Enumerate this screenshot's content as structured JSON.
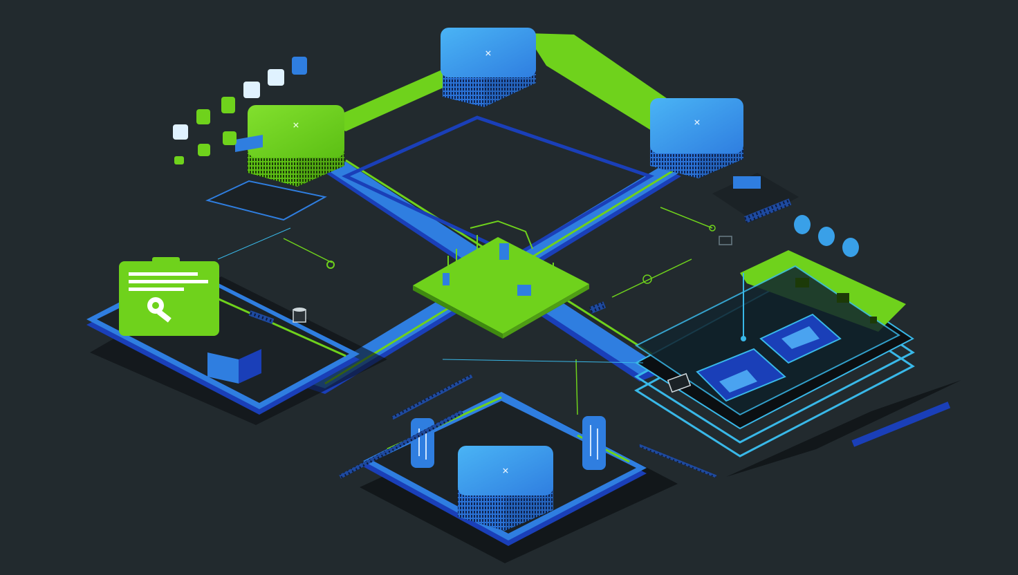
{
  "palette": {
    "background": "#222a2e",
    "green": "#6fd21c",
    "green_dark": "#3f8a10",
    "blue": "#2f7ee0",
    "blue_light": "#4aa3f0",
    "blue_deep": "#1a3fb8",
    "cyan_line": "#39b8e8",
    "platform_dark": "#1b2226",
    "shadow": "#0b0f12"
  },
  "scene": {
    "hub": {
      "name": "central-hub",
      "color": "green"
    },
    "servers": [
      {
        "name": "server-top",
        "color": "blue",
        "glyph": "⨯"
      },
      {
        "name": "server-top-left",
        "color": "green",
        "glyph": "⨯"
      },
      {
        "name": "server-right",
        "color": "blue",
        "glyph": "⨯"
      },
      {
        "name": "server-bottom",
        "color": "blue",
        "glyph": "⨯"
      }
    ],
    "panels": [
      {
        "name": "key-vault-panel",
        "icon": "key-icon"
      },
      {
        "name": "secure-storage-panel",
        "icon": "lock-icon"
      },
      {
        "name": "bottom-rack-panel",
        "icon": "rack-icon"
      }
    ],
    "floating_icons_left": [
      "shield-icon",
      "lock-icon",
      "cloud-icon",
      "chat-icon",
      "leaf-icon",
      "terminal-icon",
      "cube-icon",
      "database-icon"
    ],
    "floating_icons_right": [
      "cloud-icon",
      "shield-icon",
      "lock-icon"
    ]
  }
}
